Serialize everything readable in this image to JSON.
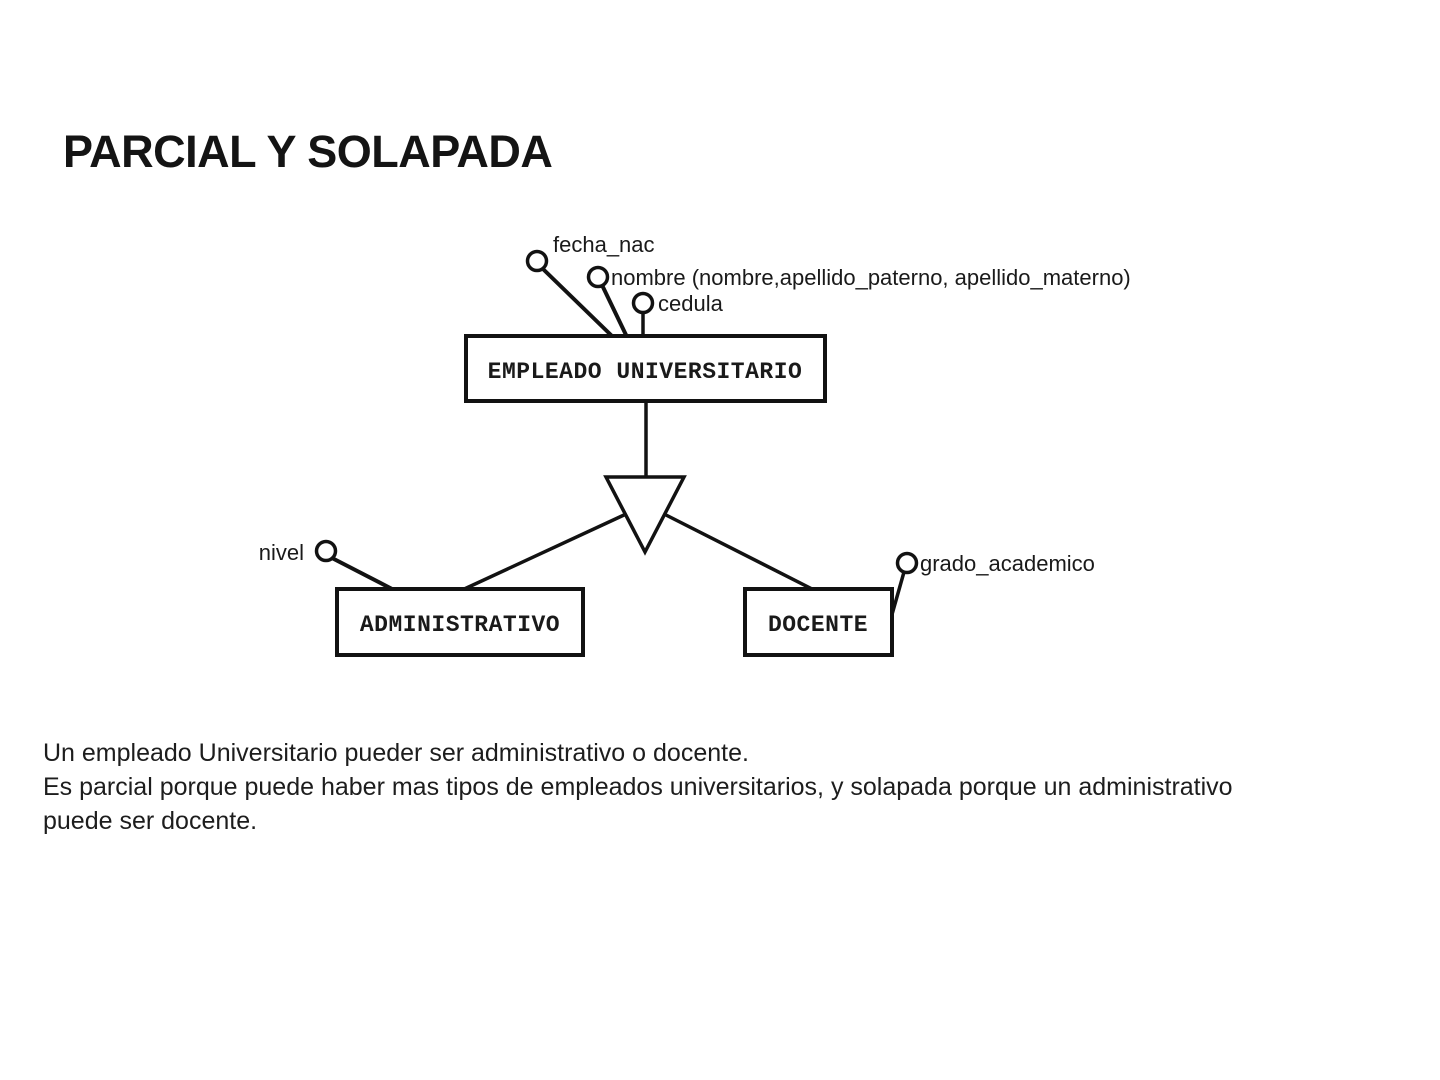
{
  "title": "PARCIAL Y SOLAPADA",
  "diagram": {
    "parent_entity": {
      "label": "EMPLEADO UNIVERSITARIO",
      "attributes": [
        {
          "label": "fecha_nac"
        },
        {
          "label": "nombre (nombre,apellido_paterno, apellido_materno)"
        },
        {
          "label": "cedula"
        }
      ]
    },
    "specialization_symbol": "triangle",
    "subtypes": [
      {
        "label": "ADMINISTRATIVO",
        "attribute": "nivel"
      },
      {
        "label": "DOCENTE",
        "attribute": "grado_academico"
      }
    ],
    "line_color": "#121212"
  },
  "description": {
    "lines": [
      "Un empleado Universitario pueder ser administrativo o docente.",
      "Es parcial porque puede haber mas tipos de empleados universitarios, y solapada porque un administrativo",
      "puede ser docente."
    ]
  }
}
